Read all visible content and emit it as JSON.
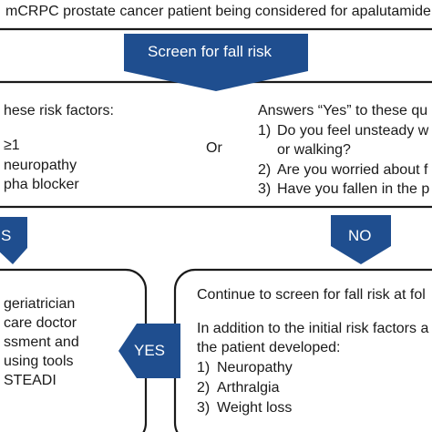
{
  "top": {
    "text": "mCRPC prostate cancer patient being considered for apalutamide"
  },
  "screen_tag": "Screen for fall risk",
  "criteria": {
    "left_title": "hese risk factors:",
    "left_items": [
      "≥1",
      "neuropathy",
      "pha blocker"
    ],
    "or_label": "Or",
    "right_title": "Answers “Yes” to these qu",
    "right_items": [
      {
        "num": "1)",
        "text": "Do you feel unsteady w"
      },
      {
        "num": "",
        "text": "or walking?"
      },
      {
        "num": "2)",
        "text": "Are you worried about f"
      },
      {
        "num": "3)",
        "text": "Have you fallen in the p"
      }
    ]
  },
  "branches": {
    "yes_left": "S",
    "no": "NO",
    "yes_right": "YES"
  },
  "left_box": {
    "lines": [
      "geriatrician",
      "care doctor",
      "ssment and",
      "using tools",
      "STEADI"
    ]
  },
  "right_box": {
    "title": "Continue to screen for fall risk at fol",
    "intro_1": "In addition to the initial risk factors a",
    "intro_2": "the patient developed:",
    "items": [
      {
        "num": "1)",
        "text": "Neuropathy"
      },
      {
        "num": "2)",
        "text": "Arthralgia"
      },
      {
        "num": "3)",
        "text": "Weight loss"
      }
    ]
  },
  "colors": {
    "tag": "#1f4e8f",
    "border": "#1a1a1a"
  }
}
